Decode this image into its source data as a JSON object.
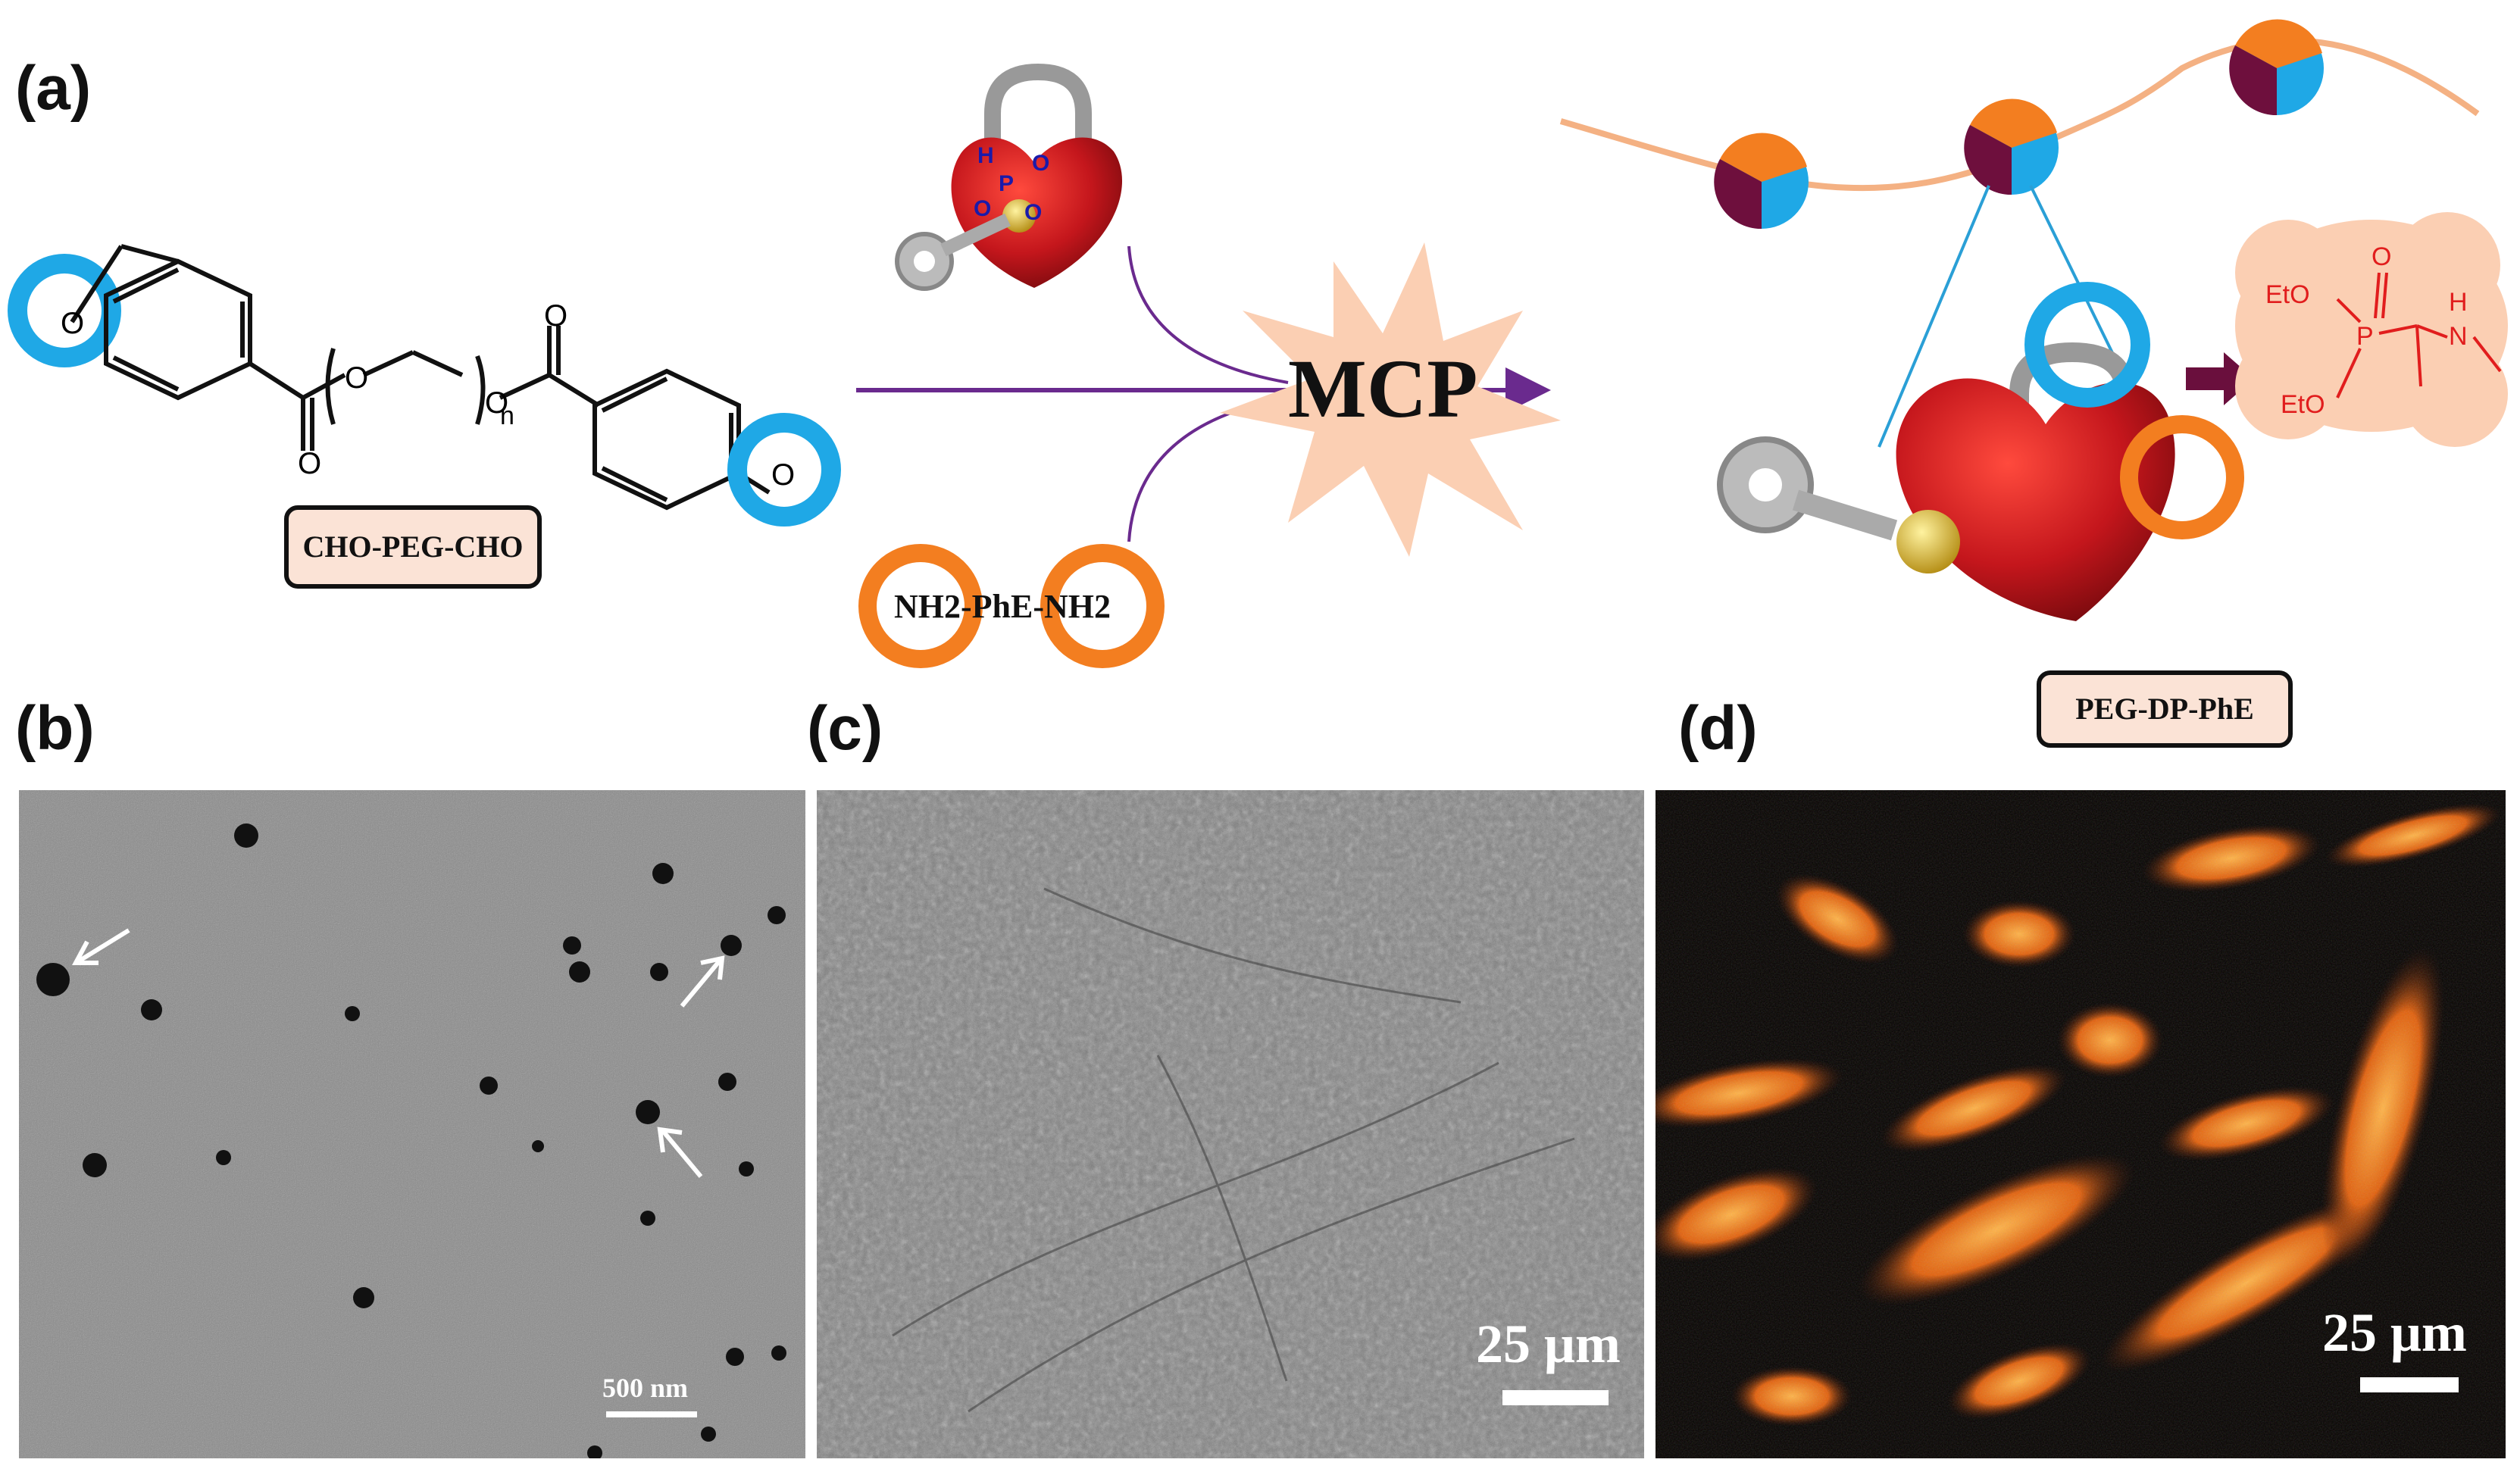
{
  "panels": {
    "a": {
      "letter": "(a)"
    },
    "b": {
      "letter": "(b)",
      "scalebar": "500 nm"
    },
    "c": {
      "letter": "(c)",
      "scalebar": "25 μm"
    },
    "d": {
      "letter": "(d)",
      "scalebar": "25 μm"
    }
  },
  "scheme": {
    "reactant_1": "CHO-PEG-CHO",
    "reactant_2": "NH2-PhE-NH2",
    "reaction": "MCP",
    "product": "PEG-DP-PhE",
    "peg_subscript": "n",
    "phosphite_atoms": {
      "h": "H",
      "p": "P",
      "o1": "O",
      "o2": "O"
    },
    "product_structure": {
      "eto1": "EtO",
      "eto2": "EtO",
      "p": "P",
      "o": "O",
      "h": "H",
      "n": "N"
    },
    "carbonyl_o": "O"
  },
  "colors": {
    "blue_ring": "#1fa8e6",
    "orange_ring": "#f37e20",
    "chain": "#f4b183",
    "heart": "#c4161c",
    "arrow": "#6a2a8e",
    "burst": "#fbcfb3",
    "box_fill": "#fbe3d6"
  }
}
